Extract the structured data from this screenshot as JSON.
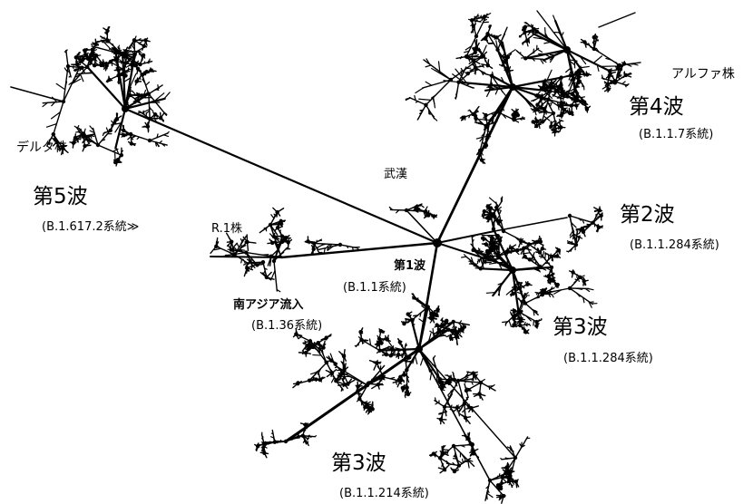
{
  "labels": {
    "wave4_title": "第4波",
    "wave4_lineage": "(B.1.1.7系統)",
    "alpha": "アルファ株",
    "delta": "デルタ株",
    "wave5_title": "第5波",
    "wave5_lineage": "(B.1.617.2系統≫",
    "wuhan": "武漢",
    "wave2_title": "第2波",
    "wave2_lineage": "(B.1.1.284系統)",
    "r1": "R.1株",
    "wave1_title": "第1波",
    "wave1_lineage": "(B.1.1系統)",
    "south_asia": "南アジア流入",
    "south_asia_lineage": "(B.1.36系統)",
    "wave3a_title": "第3波",
    "wave3a_lineage": "(B.1.1.284系統)",
    "wave3b_title": "第3波",
    "wave3b_lineage": "(B.1.1.214系統)"
  },
  "colors": {
    "ink": "#000000",
    "background": "#ffffff"
  }
}
